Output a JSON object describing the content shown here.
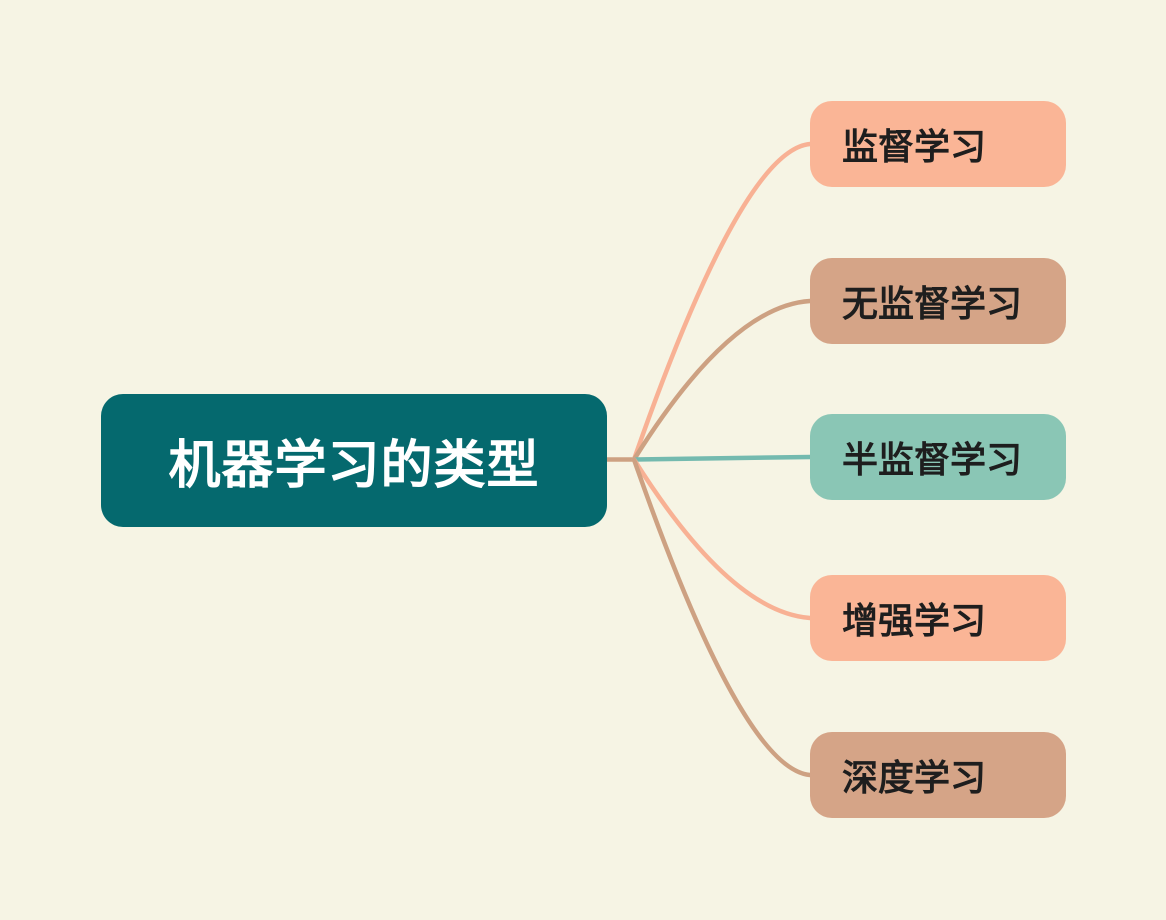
{
  "page": {
    "background_color": "#F6F4E4"
  },
  "mindmap": {
    "root": {
      "label": "机器学习的类型",
      "fill": "#05696E",
      "text_color": "#FFFFFF",
      "stub_color": "#CDA182"
    },
    "branches": [
      {
        "label": "监督学习",
        "fill": "#FAB596",
        "line_color": "#F8B194",
        "text_color": "#1E1E1E"
      },
      {
        "label": "无监督学习",
        "fill": "#D5A487",
        "line_color": "#CDA182",
        "text_color": "#1E1E1E"
      },
      {
        "label": "半监督学习",
        "fill": "#8AC6B5",
        "line_color": "#74BAAF",
        "text_color": "#1E1E1E"
      },
      {
        "label": "增强学习",
        "fill": "#FAB596",
        "line_color": "#F8B194",
        "text_color": "#1E1E1E"
      },
      {
        "label": "深度学习",
        "fill": "#D5A487",
        "line_color": "#CDA182",
        "text_color": "#1E1E1E"
      }
    ]
  }
}
